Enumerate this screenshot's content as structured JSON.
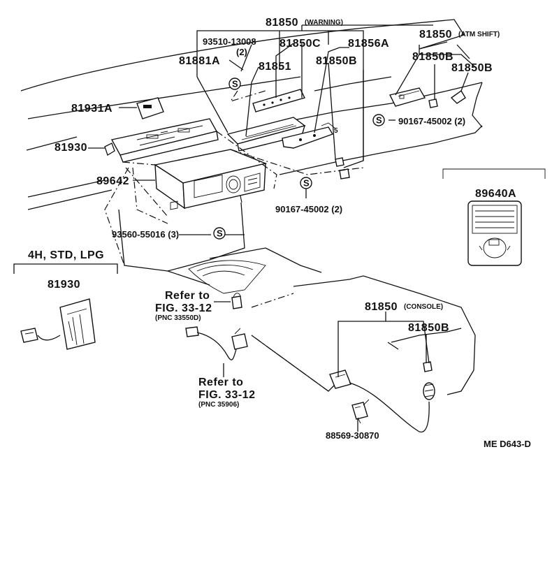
{
  "labels": {
    "warning_num": "81850",
    "warning_suffix": "(WARNING)",
    "bolt1": "93510-13008",
    "bolt1_qty": "(2)",
    "p81850c": "81850C",
    "p81856a": "81856A",
    "atm_num": "81850",
    "atm_suffix": "(ATM SHIFT)",
    "p81881a": "81881A",
    "p81851": "81851",
    "p81850b_1": "81850B",
    "p81850b_2": "81850B",
    "p81850b_3": "81850B",
    "p81931a": "81931A",
    "screw1": "90167-45002 (2)",
    "p81930": "81930",
    "p89642": "89642",
    "screw2": "90167-45002 (2)",
    "p89640a": "89640A",
    "screw3": "93560-55016 (3)",
    "variant": "4H, STD, LPG",
    "p81930_b": "81930",
    "ref1_a": "Refer to",
    "ref1_b": "FIG. 33-12",
    "ref1_c": "(PNC 33550D)",
    "console_num": "81850",
    "console_suffix": "(CONSOLE)",
    "p81850b_4": "81850B",
    "ref2_a": "Refer to",
    "ref2_b": "FIG. 33-12",
    "ref2_c": "(PNC 35906)",
    "clip": "88569-30870",
    "code": "ME  D643-D",
    "s_mark": "S"
  }
}
